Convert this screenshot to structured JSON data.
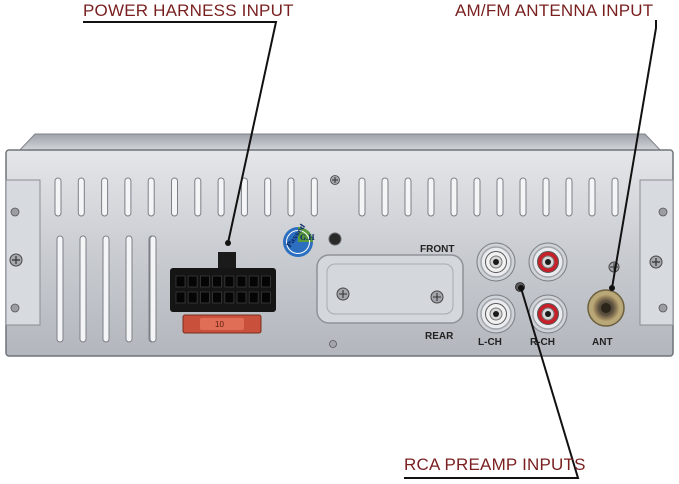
{
  "callouts": {
    "power_harness": "POWER HARNESS INPUT",
    "antenna": "AM/FM ANTENNA INPUT",
    "rca": "RCA PREAMP INPUTS"
  },
  "panel_labels": {
    "front": "FRONT",
    "rear": "REAR",
    "left_channel": "L-CH",
    "right_channel": "R-CH",
    "antenna": "ANT"
  },
  "fuse": {
    "rating": "10"
  },
  "badge": {
    "line1": "Passed",
    "line2": "G.H"
  },
  "colors": {
    "callout_text": "#7a1f1f",
    "leader_line": "#111111",
    "chassis": "#cfd2d6",
    "rca_white": "#f2f2f2",
    "rca_red": "#c8202a",
    "fuse": "#c9503a",
    "badge_blue": "#2c6fc0",
    "badge_green": "#5a9a3a"
  }
}
